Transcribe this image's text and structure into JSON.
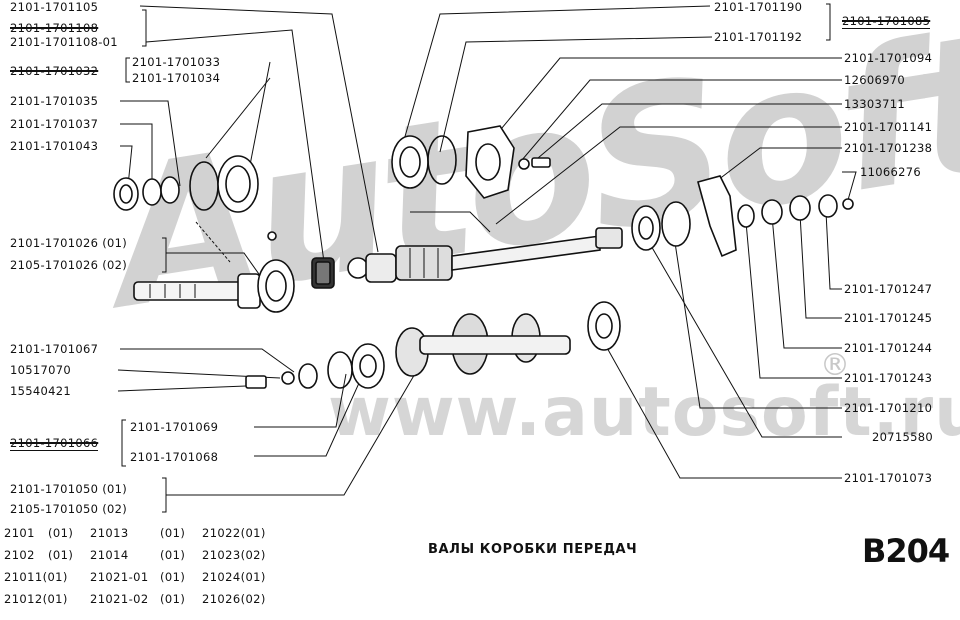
{
  "watermark": {
    "brand": "AutoSoft",
    "url": "www.autosoft.ru",
    "registered": "®"
  },
  "title": "ВАЛЫ КОРОБКИ ПЕРЕДАЧ",
  "code": "B204",
  "labels_left": [
    {
      "text": "2101-1701105",
      "style": "plain"
    },
    {
      "text": "2101-1701108",
      "style": "strike"
    },
    {
      "text": "2101-1701108-01",
      "style": "plain"
    },
    {
      "text": "2101-1701032",
      "style": "strike"
    },
    {
      "text": "2101-1701033",
      "style": "plain"
    },
    {
      "text": "2101-1701034",
      "style": "plain"
    },
    {
      "text": "2101-1701035",
      "style": "plain"
    },
    {
      "text": "2101-1701037",
      "style": "plain"
    },
    {
      "text": "2101-1701043",
      "style": "plain"
    },
    {
      "text": "2101-1701026 (01)",
      "style": "plain"
    },
    {
      "text": "2105-1701026 (02)",
      "style": "plain"
    },
    {
      "text": "2101-1701067",
      "style": "plain"
    },
    {
      "text": "10517070",
      "style": "plain"
    },
    {
      "text": "15540421",
      "style": "plain"
    },
    {
      "text": "2101-1701066",
      "style": "strike"
    },
    {
      "text": "2101-1701069",
      "style": "plain"
    },
    {
      "text": "2101-1701068",
      "style": "plain"
    },
    {
      "text": "2101-1701050 (01)",
      "style": "plain"
    },
    {
      "text": "2105-1701050 (02)",
      "style": "plain"
    }
  ],
  "labels_right": [
    {
      "text": "2101-1701190",
      "style": "plain"
    },
    {
      "text": "2101-1701085",
      "style": "strike"
    },
    {
      "text": "2101-1701192",
      "style": "plain"
    },
    {
      "text": "2101-1701094",
      "style": "plain"
    },
    {
      "text": "12606970",
      "style": "plain"
    },
    {
      "text": "13303711",
      "style": "plain"
    },
    {
      "text": "2101-1701141",
      "style": "plain"
    },
    {
      "text": "2101-1701238",
      "style": "plain"
    },
    {
      "text": "11066276",
      "style": "plain"
    },
    {
      "text": "2101-1701247",
      "style": "plain"
    },
    {
      "text": "2101-1701245",
      "style": "plain"
    },
    {
      "text": "2101-1701244",
      "style": "plain"
    },
    {
      "text": "2101-1701243",
      "style": "plain"
    },
    {
      "text": "2101-1701210",
      "style": "plain"
    },
    {
      "text": "20715580",
      "style": "plain"
    },
    {
      "text": "2101-1701073",
      "style": "plain"
    }
  ],
  "models": [
    [
      "2101",
      "(01)",
      "21013",
      "(01)",
      "21022(01)"
    ],
    [
      "2102",
      "(01)",
      "21014",
      "(01)",
      "21023(02)"
    ],
    [
      "21011(01)",
      "",
      "21021-01",
      "(01)",
      "21024(01)"
    ],
    [
      "21012(01)",
      "",
      "21021-02",
      "(01)",
      "21026(02)"
    ]
  ]
}
